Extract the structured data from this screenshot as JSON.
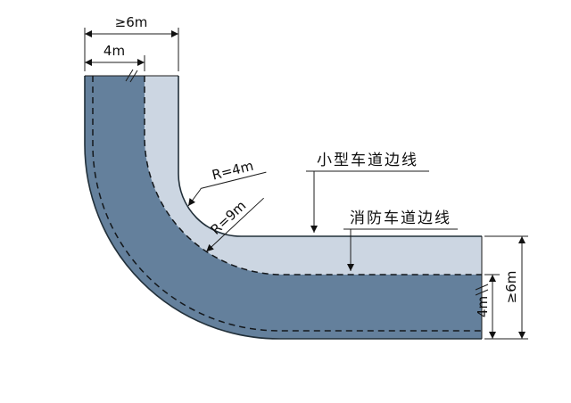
{
  "labels": {
    "top_width_total": "≥6m",
    "top_width_lane": "4m",
    "radius_inner": "R=4m",
    "radius_outer": "R=9m",
    "small_vehicle_lane_edge": "小型车道边线",
    "fire_lane_edge": "消防车道边线",
    "right_width_lane": "4m",
    "right_width_total": "≥6m"
  },
  "colors": {
    "lane_light": "#ccd6e2",
    "lane_dark": "#64809c"
  }
}
